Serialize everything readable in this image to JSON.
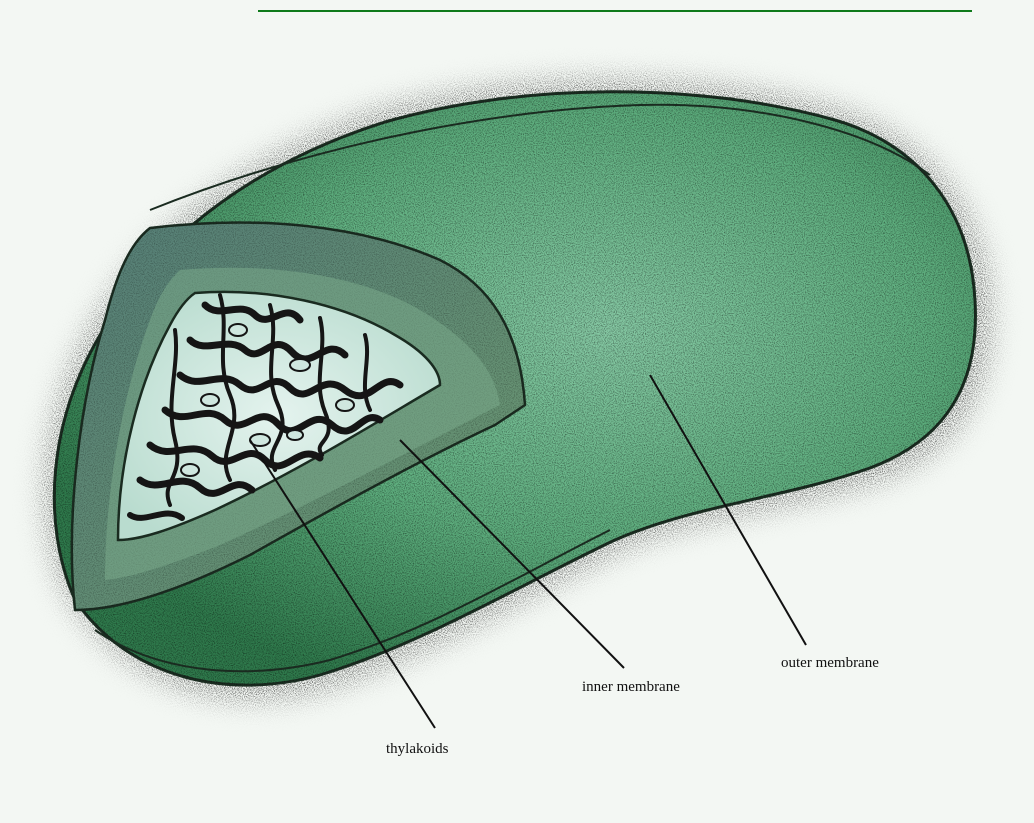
{
  "diagram": {
    "labels": {
      "thylakoids": "thylakoids",
      "inner_membrane": "inner membrane",
      "outer_membrane": "outer membrane"
    },
    "colors": {
      "outer_green": "#4fa36b",
      "inner_band": "#5e8f7a",
      "stroma": "#cfe7df",
      "thylakoid_ink": "#151515",
      "title_rule": "#0e7a1a",
      "paper": "#f3f7f3"
    }
  }
}
